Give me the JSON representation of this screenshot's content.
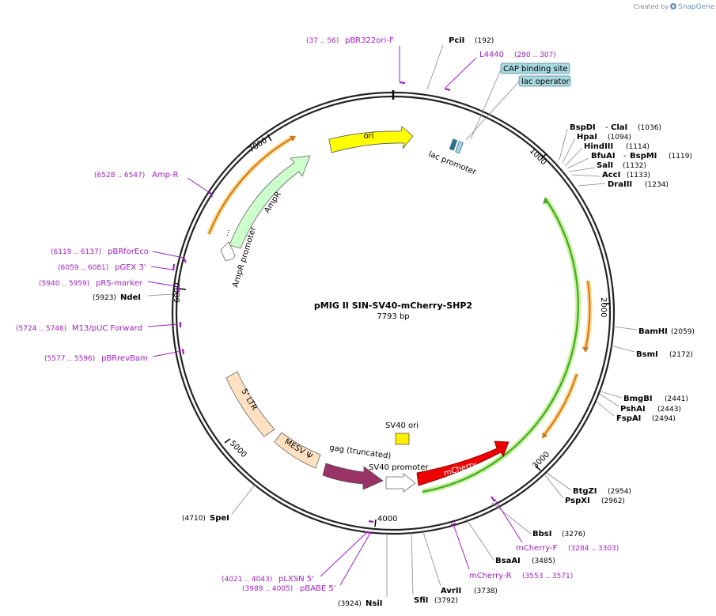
{
  "credit": {
    "prefix": "Created by",
    "brand": "SnapGene"
  },
  "plasmid": {
    "name": "pMIG II SIN-SV40-mCherry-SHP2",
    "length_label": "7793 bp"
  },
  "ticks": [
    "1000",
    "2000",
    "3000",
    "4000",
    "5000",
    "6000",
    "7000"
  ],
  "features": {
    "ori": "ori",
    "ampr": "AmpR",
    "ampr_promoter": "AmpR promoter",
    "lac_promoter": "lac promoter",
    "ltr": "5' LTR",
    "mesv": "MESV Ψ",
    "gag": "gag (truncated)",
    "sv40_ori": "SV40 ori",
    "sv40_promoter": "SV40 promoter",
    "mcherry": "mCherry"
  },
  "boxes": {
    "cap": "CAP binding site",
    "lacop": "lac operator"
  },
  "enzymes": {
    "pcii": {
      "name": "PciI",
      "pos": "(192)"
    },
    "bspdi": {
      "name": "BspDI",
      "name2": "ClaI",
      "pos": "(1036)"
    },
    "hpai": {
      "name": "HpaI",
      "pos": "(1094)"
    },
    "hindiii": {
      "name": "HindIII",
      "pos": "(1114)"
    },
    "bfuai": {
      "name": "BfuAI",
      "name2": "BspMI",
      "pos": "(1119)"
    },
    "sali": {
      "name": "SalI",
      "pos": "(1132)"
    },
    "acci": {
      "name": "AccI",
      "pos": "(1133)"
    },
    "draiii": {
      "name": "DraIII",
      "pos": "(1234)"
    },
    "bamhi": {
      "name": "BamHI",
      "pos": "(2059)"
    },
    "bsmi": {
      "name": "BsmI",
      "pos": "(2172)"
    },
    "bmgbi": {
      "name": "BmgBI",
      "pos": "(2441)"
    },
    "pshai": {
      "name": "PshAI",
      "pos": "(2443)"
    },
    "fspai": {
      "name": "FspAI",
      "pos": "(2494)"
    },
    "btgzi": {
      "name": "BtgZI",
      "pos": "(2954)"
    },
    "pspxi": {
      "name": "PspXI",
      "pos": "(2962)"
    },
    "bbsi": {
      "name": "BbsI",
      "pos": "(3276)"
    },
    "bsaai": {
      "name": "BsaAI",
      "pos": "(3485)"
    },
    "avrii": {
      "name": "AvrII",
      "pos": "(3738)"
    },
    "sfii": {
      "name": "SfiI",
      "pos": "(3792)"
    },
    "nsii": {
      "name": "NsiI",
      "pos": "(3924)"
    },
    "spei": {
      "name": "SpeI",
      "pos": "(4710)"
    },
    "ndei": {
      "name": "NdeI",
      "pos": "(5923)"
    }
  },
  "primers": {
    "pbr322": {
      "range": "(37 .. 56)",
      "name": "pBR322ori-F"
    },
    "l4440": {
      "name": "L4440",
      "range": "(290 .. 307)"
    },
    "mcherryf": {
      "name": "mCherry-F",
      "range": "(3284 .. 3303)"
    },
    "mcherryr": {
      "name": "mCherry-R",
      "range": "(3553 .. 3571)"
    },
    "plxsn": {
      "range": "(4021 .. 4043)",
      "name": "pLXSN 5'"
    },
    "pbabe": {
      "range": "(3989 .. 4005)",
      "name": "pBABE 5'"
    },
    "pbrrevbam": {
      "range": "(5577 .. 5596)",
      "name": "pBRrevBam"
    },
    "m13": {
      "range": "(5724 .. 5746)",
      "name": "M13/pUC Forward"
    },
    "rsmarker": {
      "range": "(5940 .. 5959)",
      "name": "pRS-marker"
    },
    "pgex": {
      "range": "(6059 .. 6081)",
      "name": "pGEX 3'"
    },
    "pbrforeco": {
      "range": "(6119 .. 6137)",
      "name": "pBRforEco"
    },
    "ampr": {
      "range": "(6528 .. 6547)",
      "name": "Amp-R"
    }
  },
  "colors": {
    "backbone": "#222222",
    "ori": "#ffff00",
    "ampr": "#ccffcc",
    "ltr": "#ffe0c0",
    "gag": "#993366",
    "mcherry": "#ee0000",
    "sv40": "#ffee00",
    "primer": "#a020c0",
    "orf_green": "#44aa22",
    "orf_orange": "#cc7722",
    "box_fill": "#a8d8e0"
  }
}
